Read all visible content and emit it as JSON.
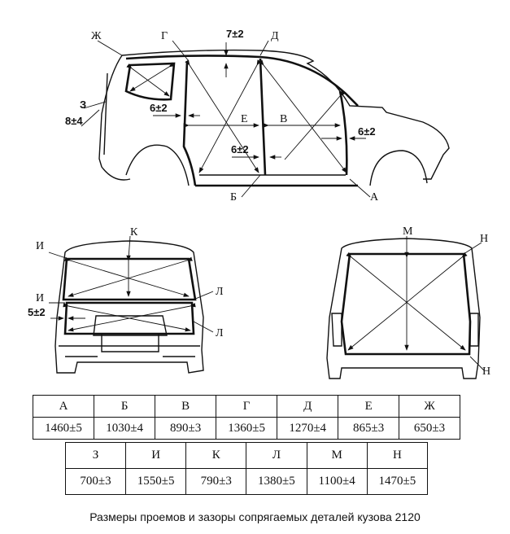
{
  "side_view": {
    "labels": {
      "zh": "Ж",
      "g": "Г",
      "gap_top": "7±2",
      "d": "Д",
      "z": "З",
      "gap_rear": "8±4",
      "gap_left": "6±2",
      "e": "Е",
      "v": "В",
      "gap_right": "6±2",
      "gap_bottom": "6±2",
      "b": "Б",
      "a": "А"
    }
  },
  "rear_view": {
    "labels": {
      "i_top": "И",
      "k": "К",
      "i_mid": "И",
      "l_top": "Л",
      "gap": "5±2",
      "l_bottom": "Л"
    }
  },
  "rear_opening_view": {
    "labels": {
      "m": "М",
      "n_top": "Н",
      "n_bottom": "Н"
    }
  },
  "table": {
    "row1": [
      {
        "key": "А",
        "value": "1460±5"
      },
      {
        "key": "Б",
        "value": "1030±4"
      },
      {
        "key": "В",
        "value": "890±3"
      },
      {
        "key": "Г",
        "value": "1360±5"
      },
      {
        "key": "Д",
        "value": "1270±4"
      },
      {
        "key": "Е",
        "value": "865±3"
      },
      {
        "key": "Ж",
        "value": "650±3"
      }
    ],
    "row2": [
      {
        "key": "З",
        "value": "700±3"
      },
      {
        "key": "И",
        "value": "1550±5"
      },
      {
        "key": "К",
        "value": "790±3"
      },
      {
        "key": "Л",
        "value": "1380±5"
      },
      {
        "key": "М",
        "value": "1100±4"
      },
      {
        "key": "Н",
        "value": "1470±5"
      }
    ]
  },
  "caption": "Размеры проемов и зазоры сопрягаемых деталей кузова 2120"
}
